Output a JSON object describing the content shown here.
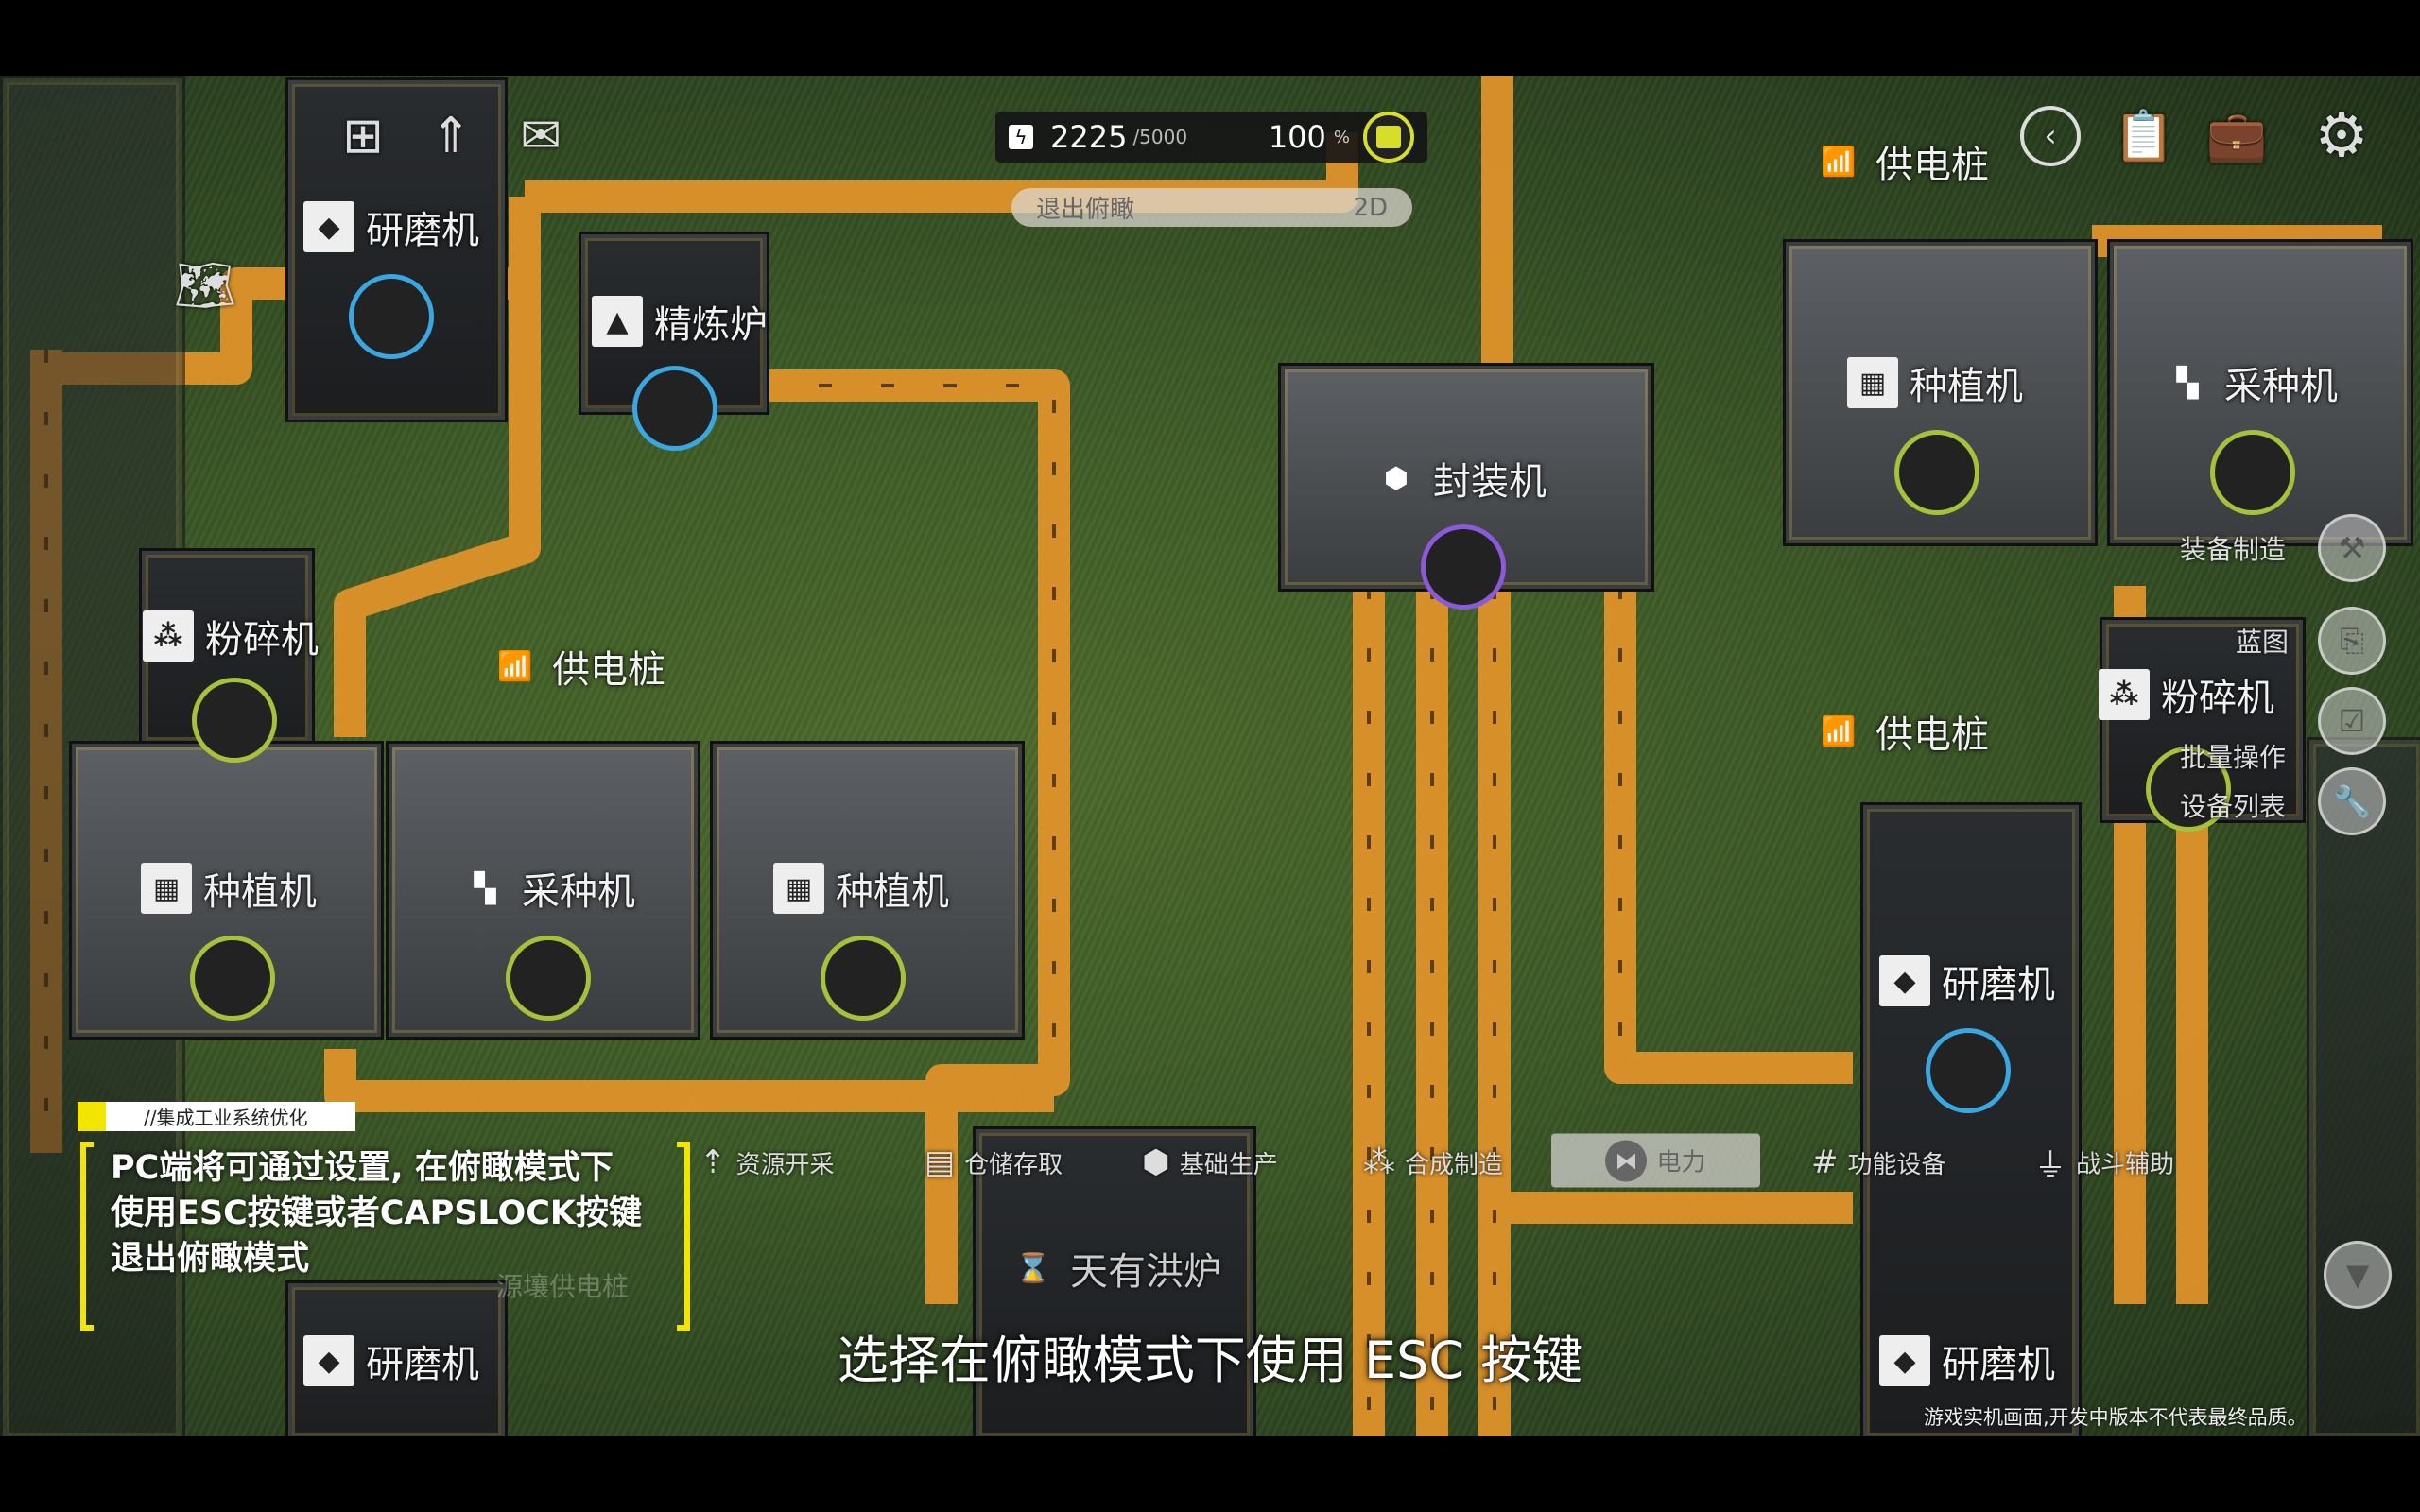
{
  "hud": {
    "power_icon": "lightning-icon",
    "power_current": "2225",
    "power_max": "/5000",
    "percent": "100",
    "percent_unit": "%",
    "exit_label": "退出俯瞰",
    "view_mode": "2D"
  },
  "machines": {
    "grinder_tl": "研磨机",
    "refinery": "精炼炉",
    "packager": "封装机",
    "planter_tr": "种植机",
    "seeder_tr": "采种机",
    "pylon_top": "供电桩",
    "crusher_l": "粉碎机",
    "pylon_mid": "供电桩",
    "planter_1": "种植机",
    "seeder_1": "采种机",
    "planter_2": "种植机",
    "pylon_right": "供电桩",
    "crusher_r": "粉碎机",
    "grinder_r": "研磨机",
    "furnace": "天有洪炉",
    "grinder_bl": "研磨机",
    "grinder_br": "研磨机",
    "ghost_pylon": "源壤供电桩"
  },
  "side_menu": [
    {
      "label": "装备制造",
      "icon": "equipment-craft-icon"
    },
    {
      "label": "蓝图",
      "icon": "blueprint-add-icon"
    },
    {
      "label": "批量操作",
      "icon": "batch-select-icon"
    },
    {
      "label": "设备列表",
      "icon": "tools-icon"
    }
  ],
  "toolbar": [
    {
      "label": "资源开采",
      "icon": "mining-icon"
    },
    {
      "label": "仓储存取",
      "icon": "storage-icon"
    },
    {
      "label": "基础生产",
      "icon": "hex-nut-icon"
    },
    {
      "label": "合成制造",
      "icon": "synthesis-icon"
    },
    {
      "label": "电力",
      "icon": "power-icon",
      "active": true
    },
    {
      "label": "功能设备",
      "icon": "grid-icon"
    },
    {
      "label": "战斗辅助",
      "icon": "combat-icon"
    }
  ],
  "notice": {
    "tag": "//集成工业系统优化",
    "lines": [
      "PC端将可通过设置, 在俯瞰模式下",
      "使用ESC按键或者CAPSLOCK按键",
      "退出俯瞰模式"
    ]
  },
  "subtitle": "选择在俯瞰模式下使用 ESC 按键",
  "watermark": "游戏实机画面,开发中版本不代表最终品质。",
  "colors": {
    "belt": "#f0a02a",
    "accent_yellow": "#f2e500",
    "power_button": "#d6de2a"
  }
}
